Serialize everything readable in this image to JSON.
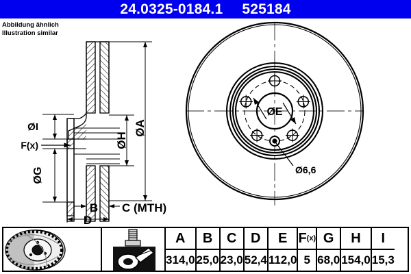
{
  "header": {
    "part_number": "24.0325-0184.1",
    "reference_number": "525184",
    "background_color": "#0000ee",
    "text_color": "#ffffff"
  },
  "note": {
    "line_de": "Abbildung ähnlich",
    "line_en": "Illustration similar"
  },
  "section_view": {
    "labels": {
      "dia_i": "ØI",
      "dia_g": "ØG",
      "dia_h": "ØH",
      "dia_a": "ØA",
      "fx": "F(x)",
      "b": "B",
      "c": "C (MTH)",
      "d": "D"
    }
  },
  "front_view": {
    "labels": {
      "dia_e": "ØE",
      "small_hole": "Ø6,6"
    },
    "bolt_hole_count": 5
  },
  "table": {
    "icons": {
      "product": "brake-disc-photo",
      "bolt": "bolt-icon",
      "caliper": "caliper-icon"
    },
    "columns": [
      {
        "header": "A",
        "sub": "",
        "value": "314,0"
      },
      {
        "header": "B",
        "sub": "",
        "value": "25,0"
      },
      {
        "header": "C",
        "sub": "",
        "value": "23,0"
      },
      {
        "header": "D",
        "sub": "",
        "value": "52,4"
      },
      {
        "header": "E",
        "sub": "",
        "value": "112,0"
      },
      {
        "header": "F",
        "sub": "(x)",
        "value": "5"
      },
      {
        "header": "G",
        "sub": "",
        "value": "68,0"
      },
      {
        "header": "H",
        "sub": "",
        "value": "154,0"
      },
      {
        "header": "I",
        "sub": "",
        "value": "15,3"
      }
    ]
  }
}
